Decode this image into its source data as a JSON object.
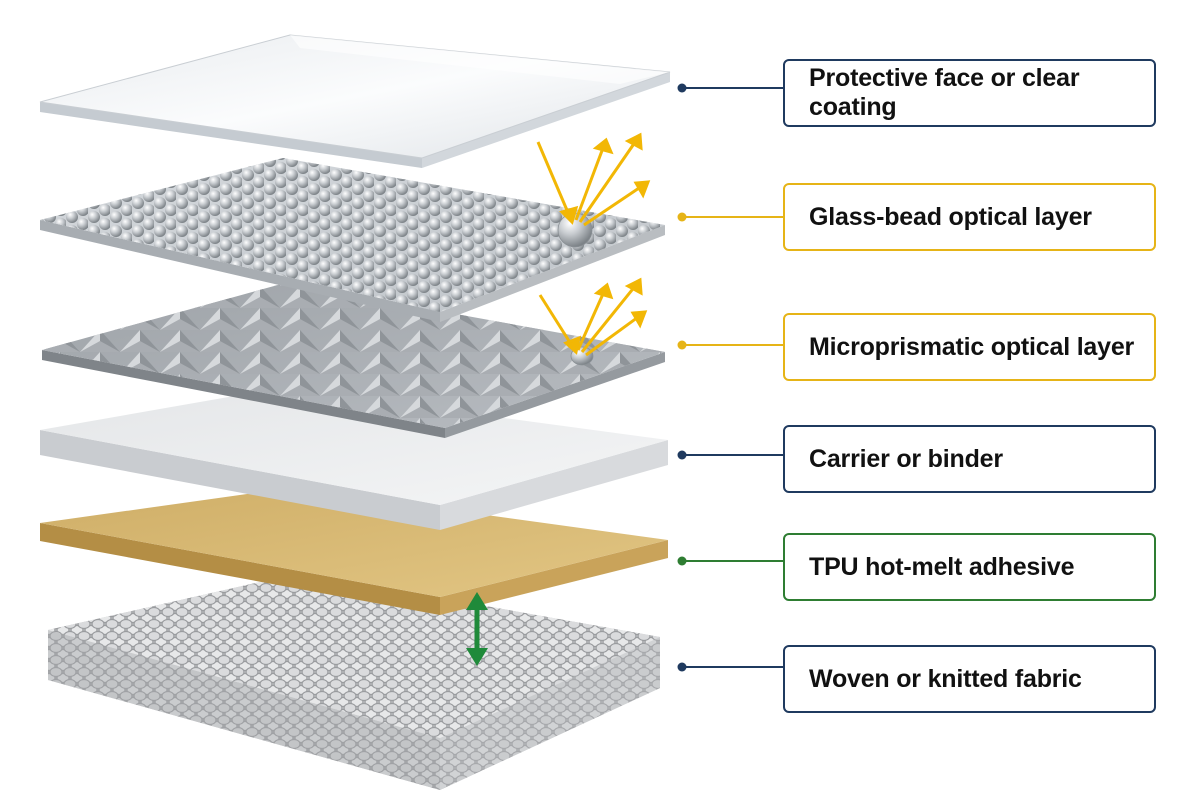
{
  "layers": [
    {
      "label": "Protective face or clear coating",
      "accent": "#1f3a5f"
    },
    {
      "label": "Glass-bead optical layer",
      "accent": "#e6b417"
    },
    {
      "label": "Microprismatic optical layer",
      "accent": "#e6b417"
    },
    {
      "label": "Carrier or binder",
      "accent": "#1f3a5f"
    },
    {
      "label": "TPU hot-melt adhesive",
      "accent": "#2e7d32"
    },
    {
      "label": "Woven or knitted fabric",
      "accent": "#1f3a5f"
    }
  ],
  "colors": {
    "reflection_rays": "#f2b705",
    "bond_arrow": "#1f8a3a",
    "adhesive": "#dcbc74",
    "fabric": "#c8c8c8"
  }
}
